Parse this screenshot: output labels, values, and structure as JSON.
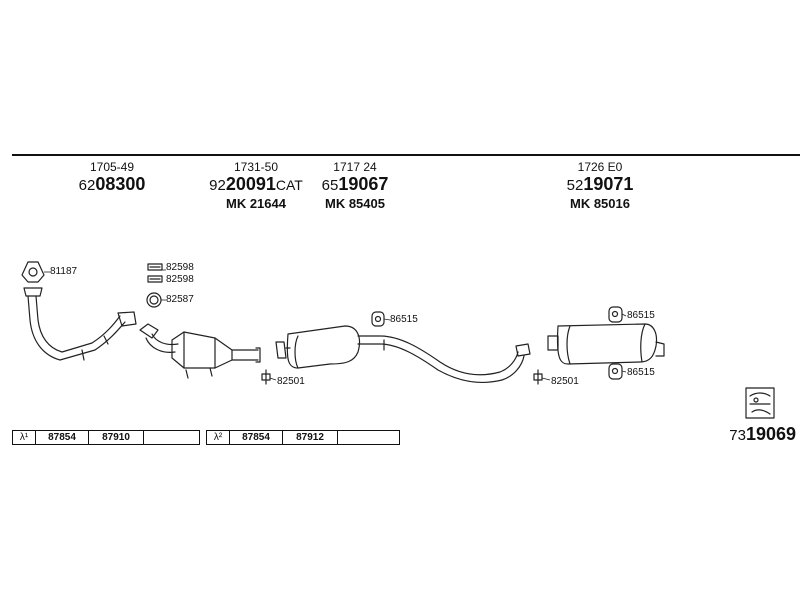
{
  "parts": [
    {
      "ref": "1705-49",
      "prefix": "62",
      "number": "08300",
      "suffix": "",
      "mk": ""
    },
    {
      "ref": "1731-50",
      "prefix": "92",
      "number": "20091",
      "suffix": "CAT",
      "mk": "MK 21644"
    },
    {
      "ref": "1717 24",
      "prefix": "65",
      "number": "19067",
      "suffix": "",
      "mk": "MK 85405"
    },
    {
      "ref": "1726 E0",
      "prefix": "52",
      "number": "19071",
      "suffix": "",
      "mk": "MK 85016"
    }
  ],
  "callouts": {
    "c81187": "81187",
    "c82598a": "82598",
    "c82598b": "82598",
    "c82587": "82587",
    "c82501a": "82501",
    "c86515a": "86515",
    "c82501b": "82501",
    "c86515b": "86515",
    "c86515c": "86515"
  },
  "lambda_tables": [
    {
      "symbol": "λ¹",
      "col1": "87854",
      "col2": "87910",
      "col3": ""
    },
    {
      "symbol": "λ²",
      "col1": "87854",
      "col2": "87912",
      "col3": ""
    }
  ],
  "footer": {
    "prefix": "73",
    "number": "19069"
  }
}
